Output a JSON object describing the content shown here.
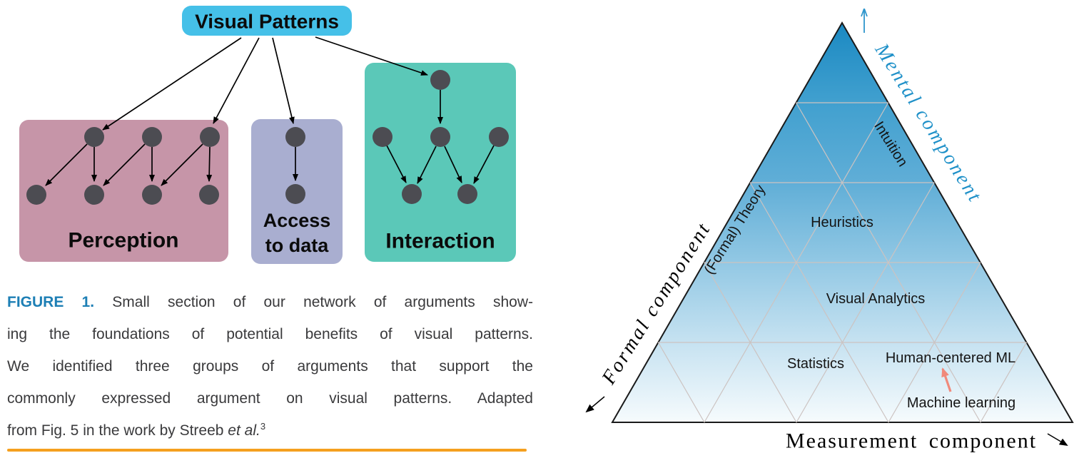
{
  "left_figure": {
    "root_label": "Visual Patterns",
    "groups": [
      {
        "label": "Perception",
        "color": "#c695a8"
      },
      {
        "label_line1": "Access",
        "label_line2": "to data",
        "color": "#a9aed0"
      },
      {
        "label": "Interaction",
        "color": "#5bc8b8"
      }
    ],
    "colors": {
      "root_box": "#45c0e8",
      "node": "#4c4c52",
      "edge": "#000000"
    }
  },
  "caption": {
    "label": "FIGURE 1.",
    "label_color": "#1d7fb5",
    "line1_rest": "Small section of our network of arguments show-",
    "line2": "ing the foundations of potential benefits of visual patterns.",
    "line3": "We identified three groups of arguments that support the",
    "line4": "commonly expressed argument on visual patterns. Adapted",
    "line5_pre": "from Fig. 5 in the work by Streeb ",
    "line5_italic": "et al.",
    "line5_sup": "3"
  },
  "divider_color": "#f5a01f",
  "ternary": {
    "axis_labels": {
      "mental": "Mental component",
      "formal": "Formal component",
      "measurement": "Measurement component"
    },
    "axis_colors": {
      "mental": "#1e90c8",
      "formal": "#000000",
      "measurement": "#000000"
    },
    "region_labels": {
      "intuition": "Intuition",
      "formal_theory": "(Formal) Theory",
      "heuristics": "Heuristics",
      "visual_analytics": "Visual Analytics",
      "statistics": "Statistics",
      "human_centered_ml": "Human-centered ML",
      "machine_learning": "Machine learning"
    },
    "annotation_arrow_color": "#f0897b",
    "grid_color": "#ccc3c1",
    "outline_color": "#1a1a1a",
    "gradient": {
      "s0": "#1b89c2",
      "s1": "#41a0cf",
      "s2": "#60aed7",
      "s3": "#92c8e4",
      "s4": "#c6e2f1",
      "s5": "#f6fbfd"
    }
  }
}
